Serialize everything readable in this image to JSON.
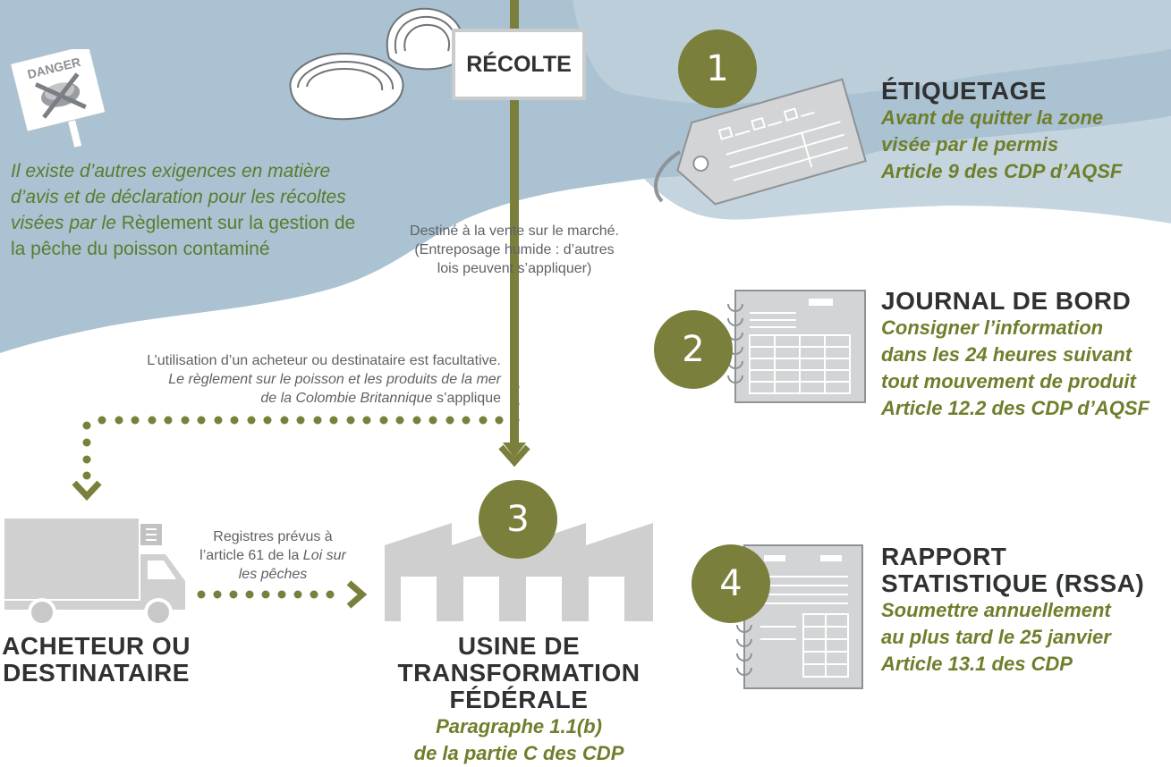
{
  "colors": {
    "accent": "#7a7f3c",
    "heading": "#2f3133",
    "green_text": "#6e7f2c",
    "blue_bg": "#aac2d1",
    "grey_shape": "#d0d0d0"
  },
  "sign": {
    "text": "DANGER"
  },
  "harvest": {
    "label": "RÉCOLTE"
  },
  "left_note": {
    "part1": "Il existe d’autres exigences en matière d’avis et de déclaration pour les récoltes visées par le",
    "part2": "Règlement sur la gestion de la pêche du poisson contaminé"
  },
  "market_note": {
    "line1": "Destiné à la vente sur le marché.",
    "line2": "(Entreposage humide : d’autres",
    "line3": "lois peuvent s’appliquer)"
  },
  "buyer_note": {
    "line1": "L’utilisation d’un acheteur ou destinataire est facultative.",
    "line2": "Le règlement sur le poisson et les produits de la mer",
    "line3_italic": "de la Colombie Britannique",
    "line3_rest": "s’applique"
  },
  "records_note": {
    "line1": "Registres prévus à",
    "line2_a": "l’article 61 de la",
    "line2_b": "Loi sur",
    "line3": "les pêches"
  },
  "buyer": {
    "line1": "ACHETEUR OU",
    "line2": "DESTINATAIRE"
  },
  "plant": {
    "number": "3",
    "line1": "USINE DE",
    "line2": "TRANSFORMATION FÉDÉRALE",
    "sub1": "Paragraphe 1.1(b)",
    "sub2": "de la partie C des CDP"
  },
  "steps": [
    {
      "number": "1",
      "title": "ÉTIQUETAGE",
      "lines": [
        "Avant de quitter la zone",
        "visée par le permis",
        "Article 9 des CDP d’AQSF"
      ]
    },
    {
      "number": "2",
      "title": "JOURNAL DE BORD",
      "lines": [
        "Consigner l’information",
        "dans les 24 heures suivant",
        "tout mouvement de produit",
        "Article 12.2 des CDP d’AQSF"
      ]
    },
    {
      "number": "4",
      "title_line1": "RAPPORT",
      "title_line2": "STATISTIQUE (RSSA)",
      "lines": [
        "Soumettre annuellement",
        "au plus tard le 25 janvier",
        "Article 13.1 des CDP"
      ]
    }
  ]
}
